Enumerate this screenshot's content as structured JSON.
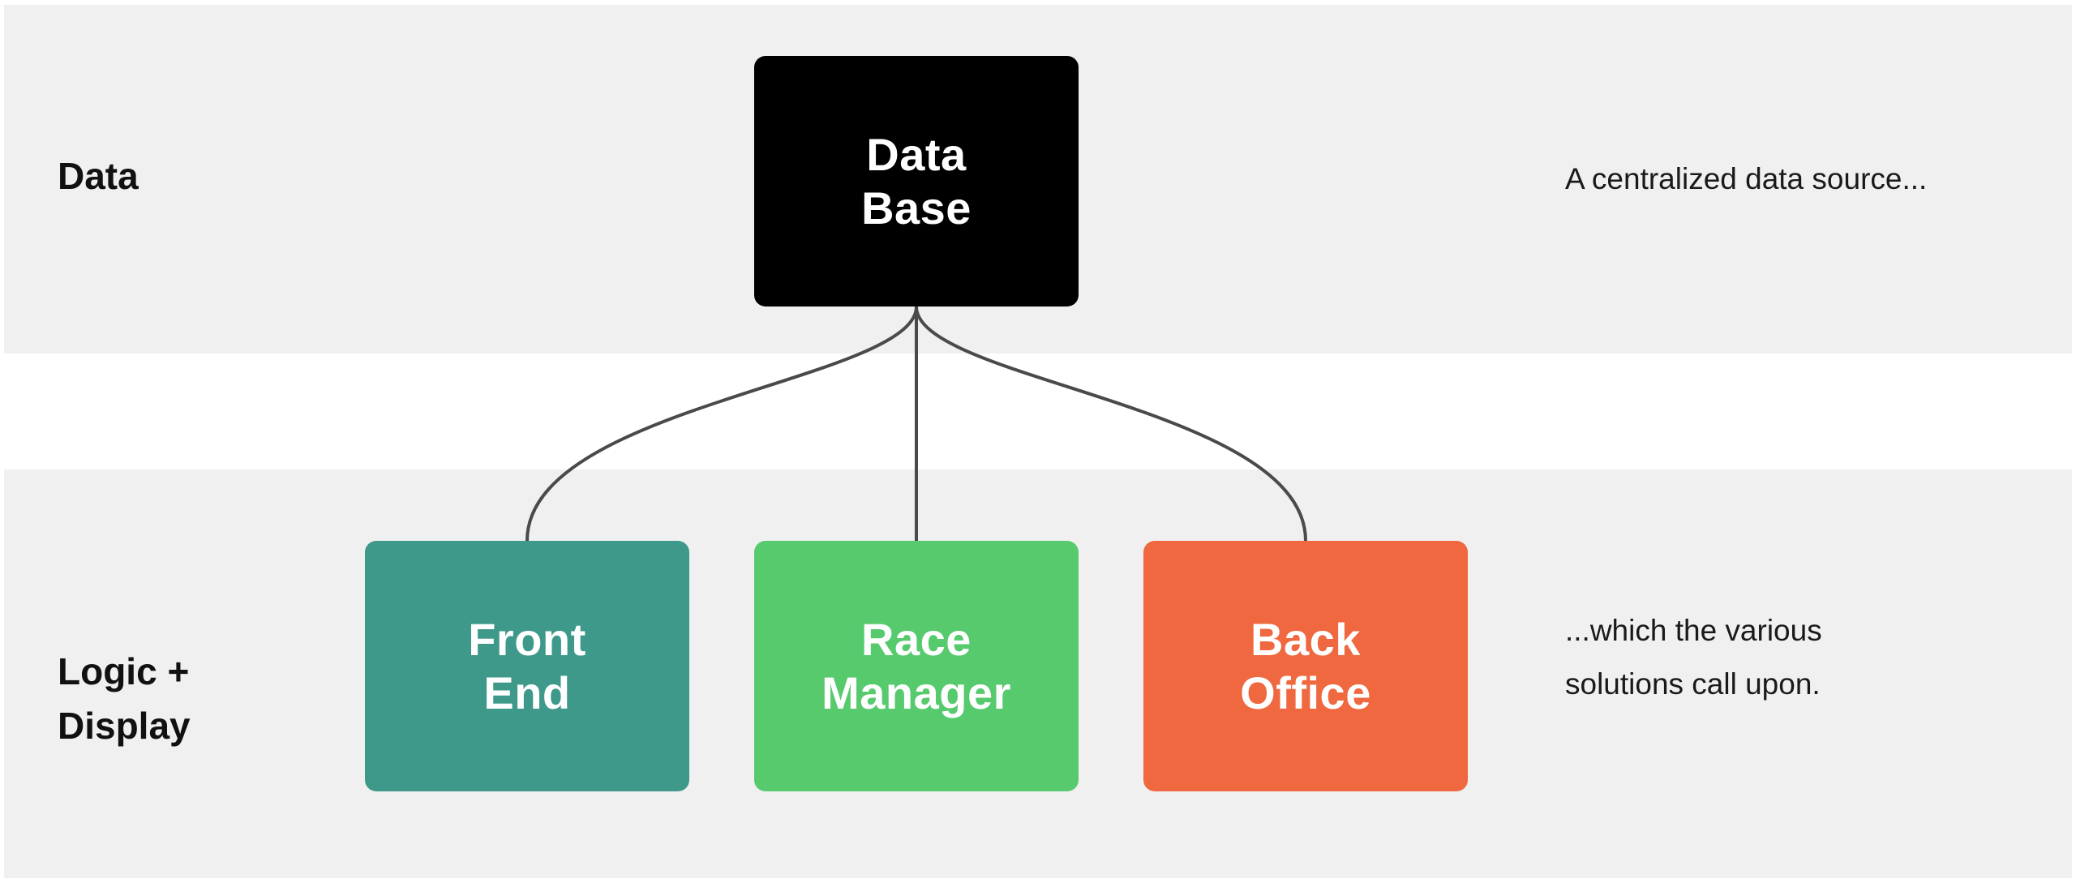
{
  "colors": {
    "band_background": "#f0f0f1",
    "connector": "#4a4a4a",
    "database_box": "#000000",
    "front_end_box": "#3f998a",
    "race_manager_box": "#58ca6e",
    "back_office_box": "#ef683f",
    "box_text": "#ffffff"
  },
  "rows": {
    "data_label": "Data",
    "logic_label_line1": "Logic +",
    "logic_label_line2": "Display"
  },
  "nodes": {
    "database": {
      "line1": "Data",
      "line2": "Base"
    },
    "front_end": {
      "line1": "Front",
      "line2": "End"
    },
    "race_manager": {
      "line1": "Race",
      "line2": "Manager"
    },
    "back_office": {
      "line1": "Back",
      "line2": "Office"
    }
  },
  "edges": [
    {
      "from": "database",
      "to": "front_end"
    },
    {
      "from": "database",
      "to": "race_manager"
    },
    {
      "from": "database",
      "to": "back_office"
    }
  ],
  "descriptions": {
    "top": "A centralized data source...",
    "bottom": "...which the various solutions call upon."
  }
}
